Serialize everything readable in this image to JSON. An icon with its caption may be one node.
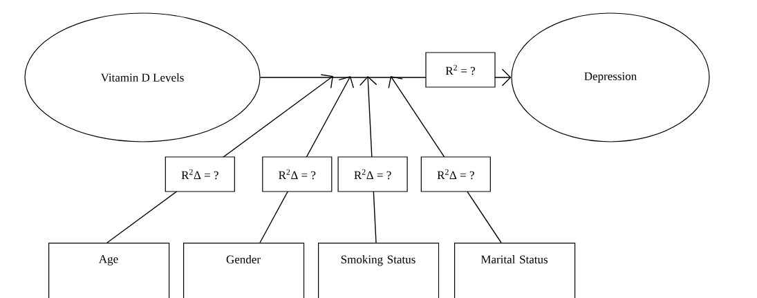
{
  "diagram": {
    "nodes": [
      {
        "text": [
          "Vitamin D Levels"
        ]
      },
      {
        "text": [
          "Depression"
        ]
      },
      {
        "text": [
          "Age"
        ]
      },
      {
        "text": [
          "Gender"
        ]
      },
      {
        "text": [
          "Smoking Status"
        ]
      },
      {
        "text": [
          "Marital Status"
        ]
      }
    ],
    "edges": [
      {
        "from": 0,
        "to": 1,
        "arrow": "to",
        "label": "R$^{2}$ = ?"
      },
      {
        "from": 2,
        "to": null,
        "arrow": "to",
        "label": "R$^{2}$Δ = ?"
      },
      {
        "from": 3,
        "to": null,
        "arrow": "to",
        "label": "R$^{2}$Δ = ?"
      },
      {
        "from": 4,
        "to": null,
        "arrow": "to",
        "label": "R$^{2}$Δ = ?"
      },
      {
        "from": 5,
        "to": null,
        "arrow": "to",
        "label": "R$^{2}$Δ = ?"
      }
    ]
  }
}
